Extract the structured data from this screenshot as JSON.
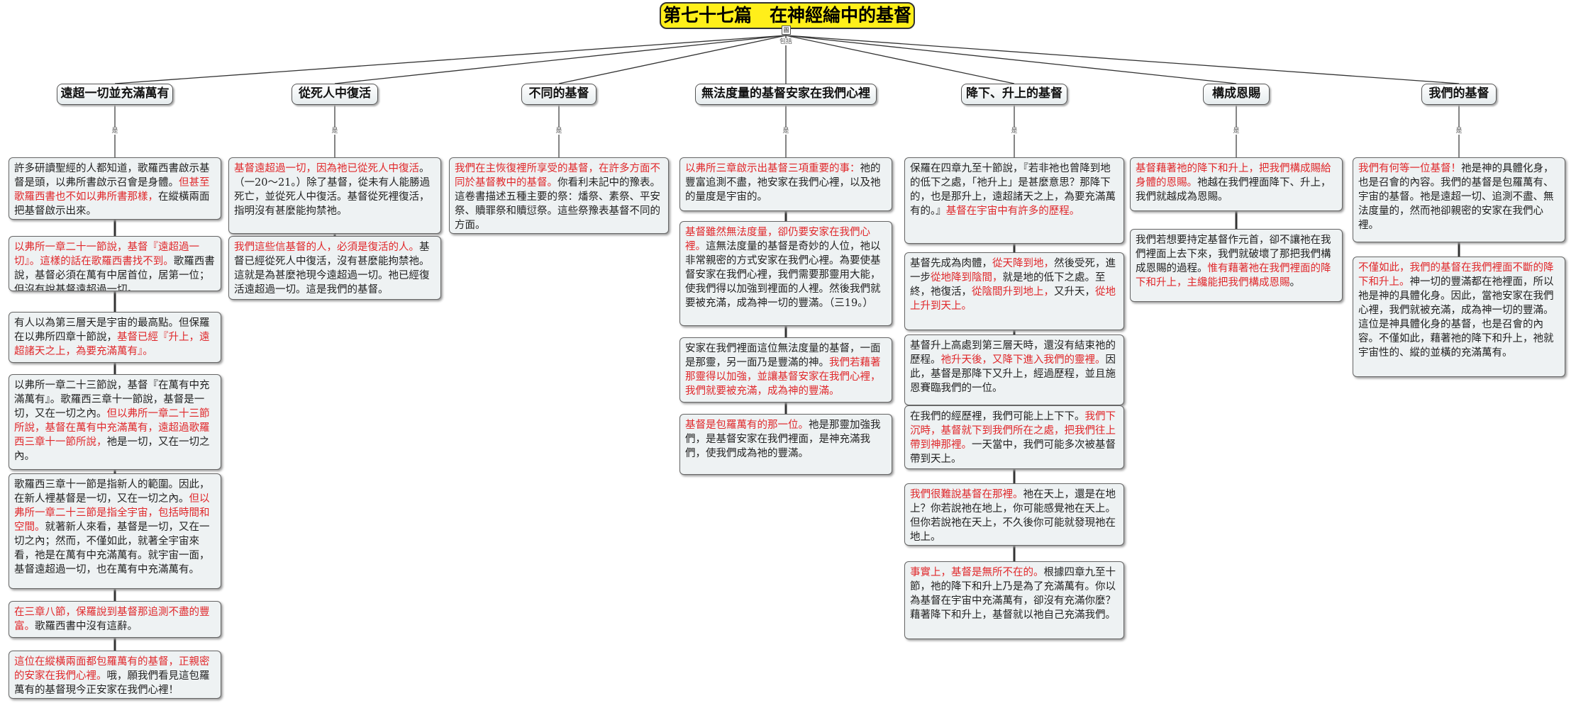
{
  "title": "第七十七篇　在神經綸中的基督",
  "root_icon": "圖",
  "root_label": "包括",
  "branch_label": "是",
  "colors": {
    "root_fill": "#ffef1a",
    "highlight": "#e0282b",
    "card_fill": "#eef2f3"
  },
  "branches": [
    {
      "heading": "遠超一切並充滿萬有",
      "cards": [
        [
          {
            "t": "許多研讀聖經的人都知道，歌羅西書啟示基督是頭，以弗所書啟示召會是身體。"
          },
          {
            "t": "但甚至歌羅西書也不如以弗所書那樣，",
            "r": true
          },
          {
            "t": "在縱橫兩面把基督啟示出來。"
          }
        ],
        [
          {
            "t": "以弗所一章二十一節說，基督『遠超過一切』。這樣的話在歌羅西書找不到。",
            "r": true
          },
          {
            "t": "歌羅西書說，基督必須在萬有中居首位，居第一位；但沒有說基督遠超過一切。"
          }
        ],
        [
          {
            "t": "有人以為第三層天是宇宙的最高點。但保羅在以弗所四章十節說，"
          },
          {
            "t": "基督已經『升上，遠超諸天之上，為要充滿萬有』。",
            "r": true
          }
        ],
        [
          {
            "t": "以弗所一章二十三節說，基督『在萬有中充滿萬有』。歌羅西三章十一節說，基督是一切，又在一切之內。"
          },
          {
            "t": "但以弗所一章二十三節所說，基督在萬有中充滿萬有，遠超過歌羅西三章十一節所說，",
            "r": true
          },
          {
            "t": "祂是一切，又在一切之內。"
          }
        ],
        [
          {
            "t": "歌羅西三章十一節是指新人的範圍。因此，在新人裡基督是一切，又在一切之內。"
          },
          {
            "t": "但以弗所一章二十三節是指全宇宙，包括時間和空間。",
            "r": true
          },
          {
            "t": "就著新人來看，基督是一切，又在一切之內；然而，不僅如此，就著全宇宙來看，祂是在萬有中充滿萬有。就宇宙一面，基督遠超過一切，也在萬有中充滿萬有。"
          }
        ],
        [
          {
            "t": "在三章八節，保羅說到基督那追測不盡的豐富。",
            "r": true
          },
          {
            "t": "歌羅西書中沒有這辭。"
          }
        ],
        [
          {
            "t": "這位在縱橫兩面都包羅萬有的基督，正親密的安家在我們心裡。",
            "r": true
          },
          {
            "t": "哦，願我們看見這包羅萬有的基督現今正安家在我們心裡！"
          }
        ]
      ]
    },
    {
      "heading": "從死人中復活",
      "cards": [
        [
          {
            "t": "基督遠超過一切，因為祂已從死人中復活",
            "r": true
          },
          {
            "t": "。（一20～21。）除了基督，從未有人能勝過死亡，並從死人中復活。基督從死裡復活，指明沒有甚麼能拘禁祂。"
          }
        ],
        [
          {
            "t": "我們這些信基督的人，必須是復活的人。",
            "r": true
          },
          {
            "t": "基督已經從死人中復活，沒有甚麼能拘禁祂。這就是為甚麼祂現今遠超過一切。祂已經復活遠超過一切。這是我們的基督。"
          }
        ]
      ]
    },
    {
      "heading": "不同的基督",
      "cards": [
        [
          {
            "t": "我們在主恢復裡所享受的基督，在許多方面不同於基督教中的基督。",
            "r": true
          },
          {
            "t": "你看利未記中的豫表。這卷書描述五種主要的祭：燔祭、素祭、平安祭、贖罪祭和贖愆祭。這些祭豫表基督不同的方面。"
          }
        ]
      ]
    },
    {
      "heading": "無法度量的基督安家在我們心裡",
      "cards": [
        [
          {
            "t": "以弗所三章啟示出基督三項重要的事：",
            "r": true
          },
          {
            "t": "祂的豐富追測不盡，祂安家在我們心裡，以及祂的量度是宇宙的。"
          }
        ],
        [
          {
            "t": "基督雖然無法度量，卻仍要安家在我們心裡。",
            "r": true
          },
          {
            "t": "這無法度量的基督是奇妙的人位，祂以非常親密的方式安家在我們心裡。為要使基督安家在我們心裡，我們需要那靈用大能，使我們得以加強到裡面的人裡。然後我們就要被充滿，成為神一切的豐滿。（三19。）"
          }
        ],
        [
          {
            "t": "安家在我們裡面這位無法度量的基督，一面是那靈，另一面乃是豐滿的神。"
          },
          {
            "t": "我們若藉著那靈得以加強，並讓基督安家在我們心裡，我們就要被充滿，成為神的豐滿。",
            "r": true
          }
        ],
        [
          {
            "t": "基督是包羅萬有的那一位。",
            "r": true
          },
          {
            "t": "祂是那靈加強我們，是基督安家在我們裡面，是神充滿我們，使我們成為祂的豐滿。"
          }
        ]
      ]
    },
    {
      "heading": "降下、升上的基督",
      "cards": [
        [
          {
            "t": "保羅在四章九至十節說，『若非祂也曾降到地的低下之處，「祂升上」是甚麼意思？那降下的，也是那升上，遠超諸天之上，為要充滿萬有的。』"
          },
          {
            "t": "基督在宇宙中有許多的歷程。",
            "r": true
          }
        ],
        [
          {
            "t": "基督先成為肉體，"
          },
          {
            "t": "從天降到地，",
            "r": true
          },
          {
            "t": "然後受死，進一步"
          },
          {
            "t": "從地降到陰間，",
            "r": true
          },
          {
            "t": "就是地的低下之處。至終，祂復活，"
          },
          {
            "t": "從陰間升到地上，",
            "r": true
          },
          {
            "t": "又升天，"
          },
          {
            "t": "從地上升到天上。",
            "r": true
          }
        ],
        [
          {
            "t": "基督升上高處到第三層天時，還沒有結束祂的歷程。"
          },
          {
            "t": "祂升天後，又降下進入我們的靈裡。",
            "r": true
          },
          {
            "t": "因此，基督是那降下又升上，經過歷程，並且施恩賽臨我們的一位。"
          }
        ],
        [
          {
            "t": "在我們的經歷裡，我們可能上上下下。"
          },
          {
            "t": "我們下沉時，基督就下到我們所在之處，把我們往上帶到神那裡。",
            "r": true
          },
          {
            "t": "一天當中，我們可能多次被基督帶到天上。"
          }
        ],
        [
          {
            "t": "我們很難說基督在那裡。",
            "r": true
          },
          {
            "t": "祂在天上，還是在地上？你若說祂在地上，你可能感覺祂在天上。但你若說祂在天上，不久後你可能就發現祂在地上。"
          }
        ],
        [
          {
            "t": "事實上，基督是無所不在的。",
            "r": true
          },
          {
            "t": "根據四章九至十節，祂的降下和升上乃是為了充滿萬有。你以為基督在宇宙中充滿萬有，卻沒有充滿你麼？藉著降下和升上，基督就以祂自己充滿我們。"
          }
        ]
      ]
    },
    {
      "heading": "構成恩賜",
      "cards": [
        [
          {
            "t": "基督藉著祂的降下和升上，把我們構成賜給身體的恩賜。",
            "r": true
          },
          {
            "t": "祂越在我們裡面降下、升上，我們就越成為恩賜。"
          }
        ],
        [
          {
            "t": "我們若想要持定基督作元首，卻不讓祂在我們裡面上去下來，我們就破壞了那把我們構成恩賜的過程。"
          },
          {
            "t": "惟有藉著祂在我們裡面的降下和升上，主纔能把我們構成恩賜",
            "r": true
          },
          {
            "t": "。"
          }
        ]
      ]
    },
    {
      "heading": "我們的基督",
      "cards": [
        [
          {
            "t": "我們有何等一位基督！",
            "r": true
          },
          {
            "t": "祂是神的具體化身，也是召會的內容。我們的基督是包羅萬有、宇宙的基督。祂是遠超一切、追測不盡、無法度量的，然而祂卻親密的安家在我們心裡。"
          }
        ],
        [
          {
            "t": "不僅如此，我們的基督在我們裡面不斷的降下和升上。",
            "r": true
          },
          {
            "t": "神一切的豐滿都在祂裡面，所以祂是神的具體化身。因此，當祂安家在我們心裡，我們就被充滿，成為神一切的豐滿。這位是神具體化身的基督，也是召會的內容。不僅如此，藉著祂的降下和升上，祂就宇宙性的、縱的並橫的充滿萬有。"
          }
        ]
      ]
    }
  ]
}
